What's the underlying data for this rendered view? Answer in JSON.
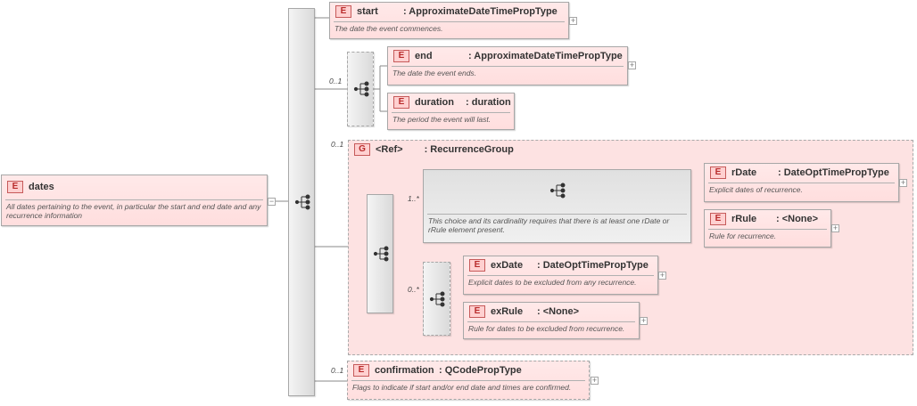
{
  "root": {
    "badge": "E",
    "name": "dates",
    "doc": "All dates pertaining to the event, in particular the start and end date and any recurrence information"
  },
  "start": {
    "badge": "E",
    "name": "start",
    "type": ": ApproximateDateTimePropType",
    "doc": "The date the event commences."
  },
  "choice1": {
    "cardinality": "0..1"
  },
  "end": {
    "badge": "E",
    "name": "end",
    "type": ": ApproximateDateTimePropType",
    "doc": "The date the event ends."
  },
  "duration": {
    "badge": "E",
    "name": "duration",
    "type": ": duration",
    "doc": "The period the event will last."
  },
  "group": {
    "cardinality": "0..1",
    "badge": "G",
    "name": "<Ref>",
    "type": ": RecurrenceGroup"
  },
  "choice2": {
    "cardinality": "1..*",
    "doc": "This choice and its cardinality requires that there is at least one rDate or rRule element present."
  },
  "rDate": {
    "badge": "E",
    "name": "rDate",
    "type": ": DateOptTimePropType",
    "doc": "Explicit dates of recurrence."
  },
  "rRule": {
    "badge": "E",
    "name": "rRule",
    "type": ": <None>",
    "doc": "Rule for recurrence."
  },
  "choice3": {
    "cardinality": "0..*"
  },
  "exDate": {
    "badge": "E",
    "name": "exDate",
    "type": ": DateOptTimePropType",
    "doc": "Explicit dates to be excluded from any recurrence."
  },
  "exRule": {
    "badge": "E",
    "name": "exRule",
    "type": ": <None>",
    "doc": "Rule for dates to be excluded from recurrence."
  },
  "confirmation": {
    "cardinality": "0..1",
    "badge": "E",
    "name": "confirmation",
    "type": ": QCodePropType",
    "doc": "Flags to indicate if start and/or end date and times are confirmed."
  },
  "symbols": {
    "expand": "+",
    "collapse": "−"
  },
  "colors": {
    "element_fill": "#ffdede",
    "group_fill": "#fde2e2",
    "badge_text": "#b82b2b",
    "line": "#8a8a8a"
  }
}
